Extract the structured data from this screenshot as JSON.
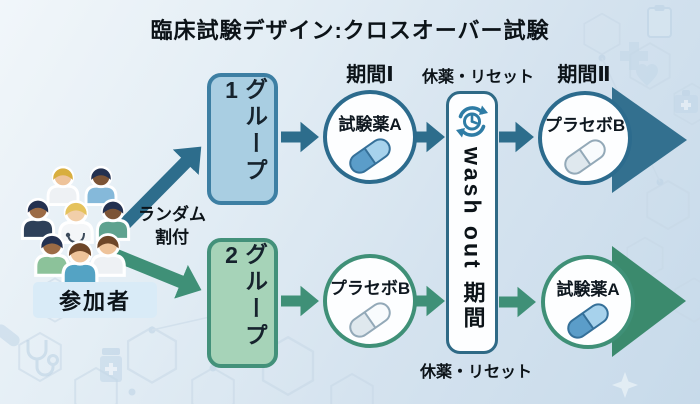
{
  "title": "臨床試験デザイン:クロスオーバー試験",
  "participants": {
    "label": "参加者"
  },
  "randomization": {
    "line1": "ランダム",
    "line2": "割付"
  },
  "groups": {
    "group1": "グループ1",
    "group2": "グループ2"
  },
  "flow": {
    "period1_label": "期間Ⅰ",
    "period2_label": "期間Ⅱ",
    "washout_top_label": "休薬・リセット",
    "washout_bottom_label": "休薬・リセット"
  },
  "washout": {
    "en": "wash out",
    "jp": "期間"
  },
  "treatments": {
    "group1_period1": "試験薬A",
    "group1_period2": "プラセボB",
    "group2_period1": "プラセボB",
    "group2_period2": "試験薬A"
  },
  "icons": {
    "washout": "history-clock-icon",
    "blue_pill": "capsule-blue-icon",
    "white_pill": "capsule-white-icon",
    "participants": "people-group-icon"
  },
  "colors": {
    "group1_fill": "#a9cee2",
    "group1_border": "#3d7fa3",
    "group2_fill": "#a6d3b8",
    "group2_border": "#43917a",
    "teal_arrow": "#2d6d8c",
    "green_arrow": "#3f9077",
    "big_arrow_blue": "#33708f",
    "big_arrow_green": "#3b8a6d",
    "washout_border": "#2f6a86",
    "icon_blue": "#2e7ca5",
    "participants_label_bg": "#d9ebf7"
  }
}
